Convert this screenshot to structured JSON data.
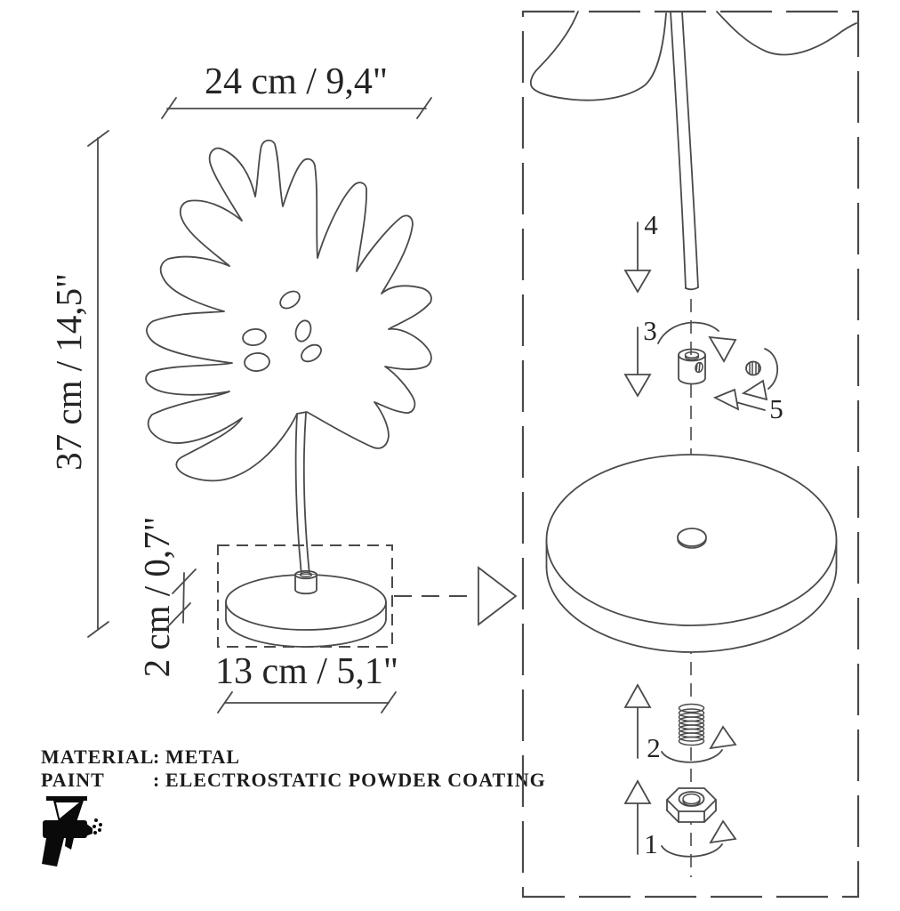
{
  "drawing": {
    "dimensions": {
      "width": "24 cm / 9,4\"",
      "height": "37 cm / 14,5\"",
      "base_thickness": "2 cm / 0,7\"",
      "base_diameter": "13 cm / 5,1\""
    },
    "specs": {
      "material_label": "MATERIAL",
      "colon": ":",
      "material_value": "METAL",
      "paint_label": "PAINT",
      "paint_value": "ELECTROSTATIC POWDER COATING"
    },
    "assembly_steps": {
      "s1": "1",
      "s2": "2",
      "s3": "3",
      "s4": "4",
      "s5": "5"
    },
    "icons": {
      "paint_application": "spray-gun-icon"
    },
    "colors": {
      "line": "#4a4a4a",
      "text": "#242424",
      "background": "#ffffff",
      "icon": "#0a0a0a"
    }
  }
}
